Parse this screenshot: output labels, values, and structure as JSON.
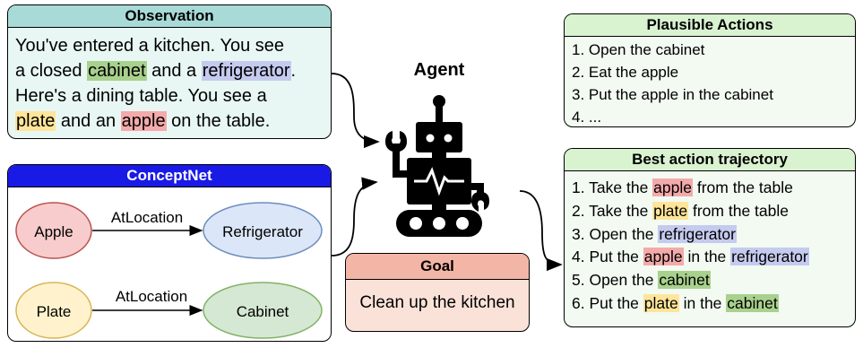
{
  "observation": {
    "title": "Observation",
    "line1": "You've entered a kitchen. You see",
    "line2_pre": "a closed ",
    "line2_cabinet": "cabinet",
    "line2_mid": " and a ",
    "line2_refrigerator": "refrigerator",
    "line2_post": ".",
    "line3": "Here's a dining table. You see a",
    "line4_plate": "plate",
    "line4_mid": " and an ",
    "line4_apple": "apple",
    "line4_post": " on the table."
  },
  "conceptnet": {
    "title": "ConceptNet",
    "nodes": {
      "apple": "Apple",
      "refrigerator": "Refrigerator",
      "plate": "Plate",
      "cabinet": "Cabinet"
    },
    "edges": {
      "apple_refrigerator": "AtLocation",
      "plate_cabinet": "AtLocation"
    }
  },
  "agent": {
    "label": "Agent",
    "icon": "robot-icon"
  },
  "goal": {
    "title": "Goal",
    "text": "Clean up the kitchen"
  },
  "plausible_actions": {
    "title": "Plausible Actions",
    "items": [
      "1. Open the cabinet",
      "2. Eat the apple",
      "3. Put the apple in the cabinet",
      "4. ..."
    ]
  },
  "best_trajectory": {
    "title": "Best action trajectory",
    "items": [
      {
        "pre": "1. Take the ",
        "hl": "apple",
        "post": " from the table",
        "hl2": "",
        "post2": ""
      },
      {
        "pre": "2. Take the ",
        "hl": "plate",
        "post": " from the table",
        "hl2": "",
        "post2": ""
      },
      {
        "pre": "3. Open the ",
        "hl": "refrigerator",
        "post": "",
        "hl2": "",
        "post2": ""
      },
      {
        "pre": "4. Put the ",
        "hl": "apple",
        "post": " in the ",
        "hl2": "refrigerator",
        "post2": ""
      },
      {
        "pre": "5. Open the ",
        "hl": "cabinet",
        "post": "",
        "hl2": "",
        "post2": ""
      },
      {
        "pre": "6. Put the ",
        "hl": "plate",
        "post": " in the ",
        "hl2": "cabinet",
        "post2": ""
      }
    ]
  },
  "colors": {
    "observation_fill": "#e8f7f3",
    "observation_title": "#a8dbd7",
    "conceptnet_title": "#1a1ae6",
    "plausible_fill": "#f2faf2",
    "plausible_title": "#d9f2d0",
    "goal_fill": "#fbe2d8",
    "goal_title": "#f3b6a6",
    "apple_node": "#f8cccc",
    "refrigerator_node": "#dbe6f8",
    "plate_node": "#fff2cc",
    "cabinet_node": "#d5e8d4"
  }
}
